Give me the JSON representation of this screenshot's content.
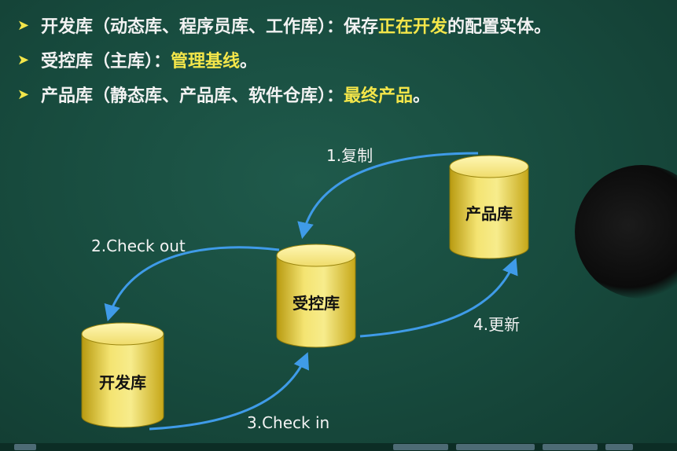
{
  "bullets": [
    {
      "prefix": "开发库（动态库、程序员库、工作库）：保存",
      "highlight": "正在开发",
      "suffix": "的配置实体。"
    },
    {
      "prefix": "受控库（主库）：",
      "highlight": "管理基线",
      "suffix": "。"
    },
    {
      "prefix": "产品库（静态库、产品库、软件仓库）：",
      "highlight": "最终产品",
      "suffix": "。"
    }
  ],
  "diagram": {
    "databases": {
      "dev": "开发库",
      "controlled": "受控库",
      "product": "产品库"
    },
    "arrows": {
      "copy": "1.复制",
      "checkout": "2.Check out",
      "checkin": "3.Check in",
      "update": "4.更新"
    }
  },
  "colors": {
    "background": "#174a3d",
    "highlight": "#f4e64a",
    "cylinder": "#f0e060",
    "arrow": "#3f9be8"
  }
}
